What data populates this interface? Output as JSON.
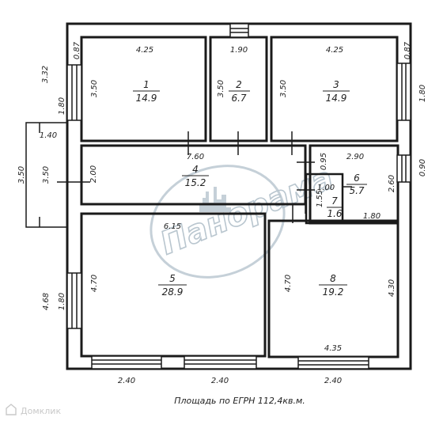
{
  "caption": "Площадь по ЕГРН 112,4кв.м.",
  "watermark": "Панорама",
  "brand": "Домклик",
  "rooms": [
    {
      "num": "1",
      "area": "14.9",
      "width": "4.25",
      "depth": "3.50"
    },
    {
      "num": "2",
      "area": "6.7",
      "width": "1.90",
      "depth": "3.50"
    },
    {
      "num": "3",
      "area": "14.9",
      "width": "4.25",
      "depth": "3.50"
    },
    {
      "num": "4",
      "area": "15.2",
      "width": "7.60",
      "depth": "2.00"
    },
    {
      "num": "5",
      "area": "28.9",
      "width": "6.15",
      "depth": "4.70"
    },
    {
      "num": "6",
      "area": "5.7",
      "width": "2.90",
      "depth": "2.60",
      "inner": "1.80"
    },
    {
      "num": "7",
      "area": "1.6",
      "width": "1.00",
      "depth": "1.55"
    },
    {
      "num": "8",
      "area": "19.2",
      "width": "4.35",
      "depth": "4.70",
      "side": "4.30"
    }
  ],
  "openings": {
    "left_upper_wall": "3.32",
    "left_upper_window": "1.80",
    "top_left_pier": "0.87",
    "top_right_pier": "0.87",
    "right_upper_window": "1.80",
    "right_small_window": "0.90",
    "entry_depth": "1.40",
    "entry_outer": "3.50",
    "entry_inner": "3.50",
    "room6_pier": "0.95",
    "left_lower_wall": "4.68",
    "left_lower_window": "1.80",
    "bottom_1": "2.40",
    "bottom_2": "2.40",
    "bottom_3": "2.40"
  }
}
